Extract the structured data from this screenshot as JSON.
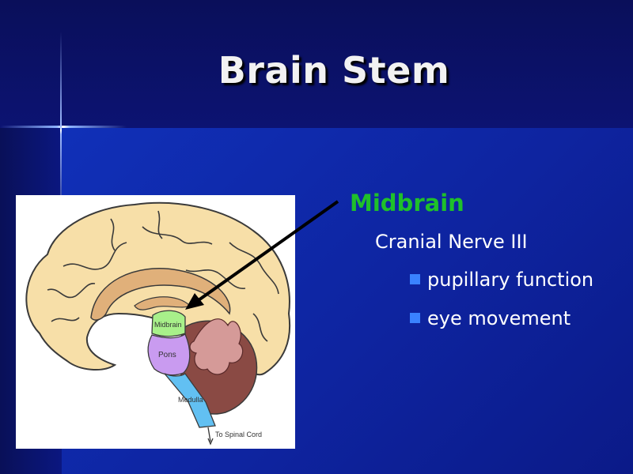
{
  "slide": {
    "title": "Brain Stem",
    "heading": "Midbrain",
    "subheading": "Cranial Nerve III",
    "bullets": [
      "pupillary function",
      "eye movement"
    ],
    "colors": {
      "heading": "#1fc02a",
      "bullet_square": "#3a82ff",
      "background": "#0e24a0"
    }
  },
  "figure": {
    "labels": {
      "midbrain": "Midbrain",
      "pons": "Pons",
      "medulla": "Medulla",
      "spinal": "To Spinal Cord"
    }
  }
}
